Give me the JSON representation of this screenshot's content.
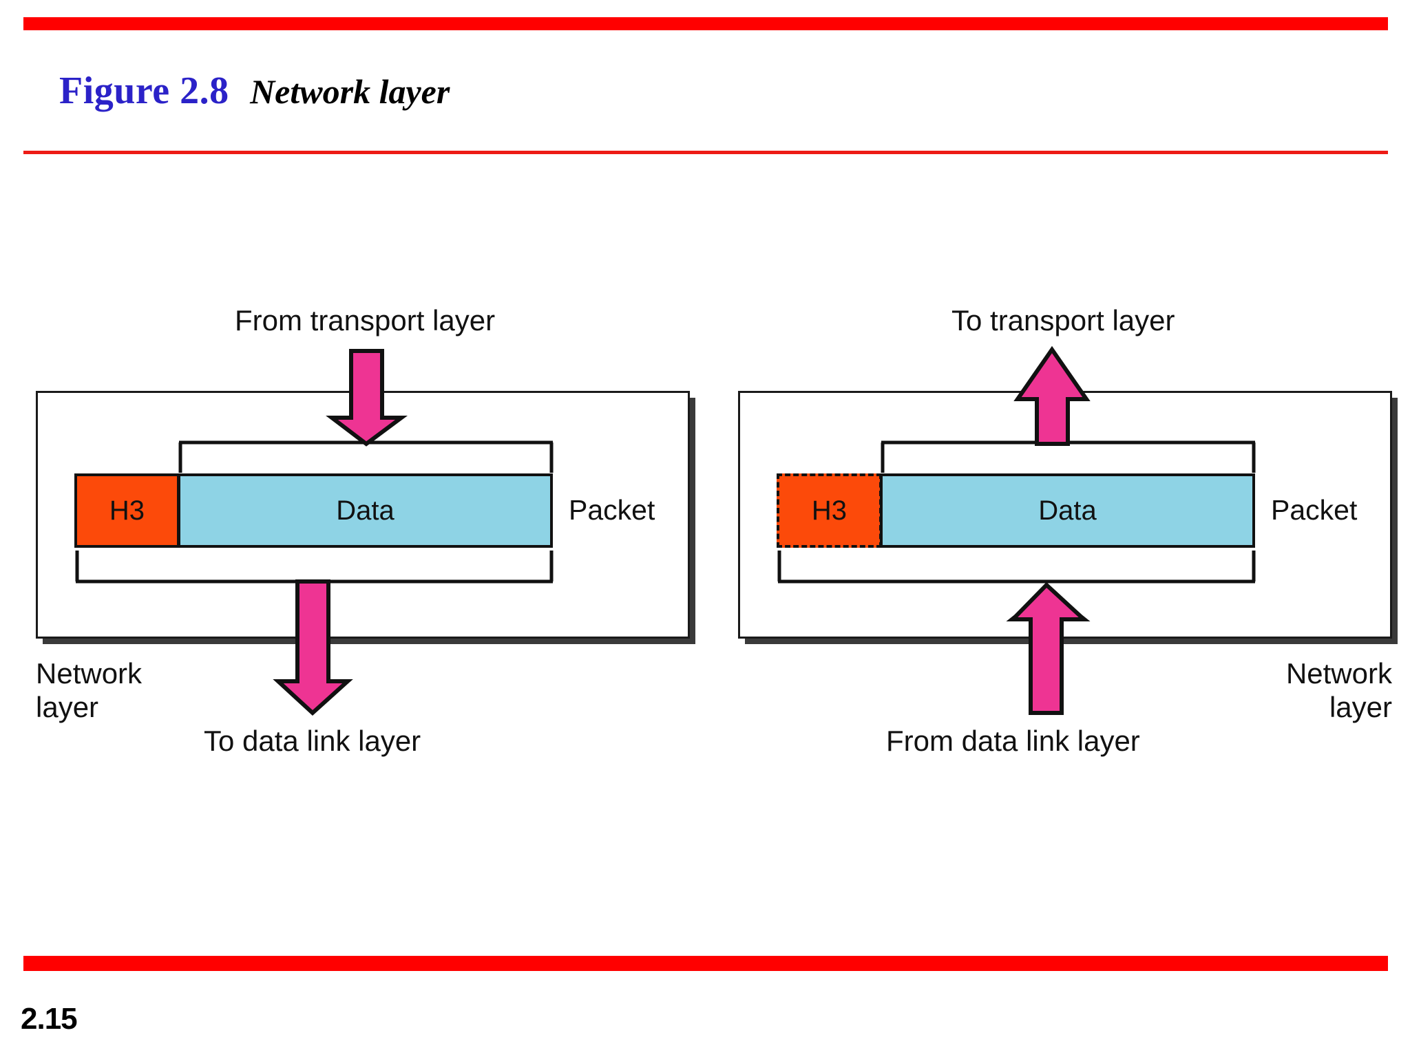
{
  "figure": {
    "number_label": "Figure 2.8",
    "caption": "Network layer",
    "page_number": "2.15"
  },
  "colors": {
    "figure_label": "#2B22C8",
    "rule_red": "#FF0000",
    "arrow_pink": "#EE3493",
    "header_orange": "#FC4A0A",
    "data_blue": "#8ED3E5",
    "outline_black": "#111111"
  },
  "diagram": {
    "left_panel": {
      "side_label": "Network\nlayer",
      "top_arrow_label": "From transport layer",
      "bottom_arrow_label": "To data link layer",
      "top_arrow_direction": "down",
      "bottom_arrow_direction": "down",
      "packet_label": "Packet",
      "segments": [
        {
          "name": "header",
          "text": "H3",
          "style": "solid",
          "color": "#FC4A0A"
        },
        {
          "name": "payload",
          "text": "Data",
          "style": "solid",
          "color": "#8ED3E5"
        }
      ]
    },
    "right_panel": {
      "side_label": "Network\nlayer",
      "top_arrow_label": "To transport layer",
      "bottom_arrow_label": "From data link layer",
      "top_arrow_direction": "up",
      "bottom_arrow_direction": "up",
      "packet_label": "Packet",
      "segments": [
        {
          "name": "header",
          "text": "H3",
          "style": "dashed",
          "color": "#FC4A0A"
        },
        {
          "name": "payload",
          "text": "Data",
          "style": "solid",
          "color": "#8ED3E5"
        }
      ]
    }
  }
}
